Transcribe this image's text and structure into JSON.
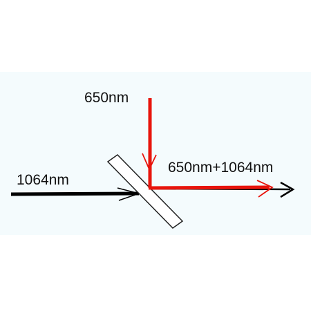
{
  "labels": {
    "red_input": "650nm",
    "ir_input": "1064nm",
    "combined_output": "650nm+1064nm"
  },
  "colors": {
    "red_beam": "#e8140c",
    "ir_beam": "#000000",
    "mirror_fill": "#ffffff",
    "mirror_stroke": "#222222",
    "background_panel": "#f4fbfd"
  }
}
